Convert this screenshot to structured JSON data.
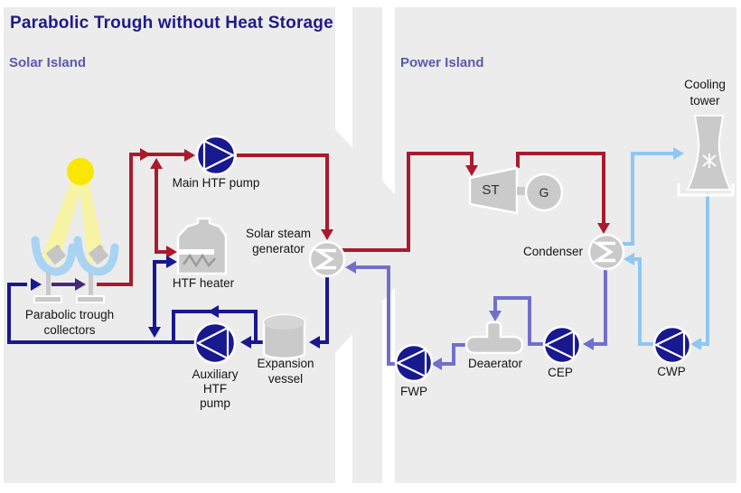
{
  "title": "Parabolic Trough without Heat Storage",
  "islands": {
    "solar": "Solar Island",
    "power": "Power Island"
  },
  "solar": {
    "main_pump": "Main HTF pump",
    "steam_generator_1": "Solar steam",
    "steam_generator_2": "generator",
    "htf_heater": "HTF heater",
    "collectors_1": "Parabolic trough",
    "collectors_2": "collectors",
    "aux_pump_1": "Auxiliary",
    "aux_pump_2": "HTF",
    "aux_pump_3": "pump",
    "expansion_vessel_1": "Expansion",
    "expansion_vessel_2": "vessel"
  },
  "power": {
    "steam_turbine": "ST",
    "generator": "G",
    "condenser": "Condenser",
    "cooling_tower_1": "Cooling",
    "cooling_tower_2": "tower",
    "deaerator": "Deaerator",
    "condensate_pump": "CEP",
    "cooling_water_pump": "CWP",
    "feedwater_pump": "FWP"
  },
  "colors": {
    "hot_htf_steam": "#aa1a2e",
    "cold_htf": "#18188f",
    "condensate": "#7070cc",
    "cooling_water": "#8fc7f2",
    "htf_transition": "#452a7c",
    "component_gray": "#cacaca",
    "sun": "#f9e602",
    "sun_beam": "#f8f4a6",
    "collector_mirror": "#a8d3f2",
    "title": "#1e1b87",
    "island_label": "#5a5aaa",
    "panel_background": "#ececec"
  }
}
